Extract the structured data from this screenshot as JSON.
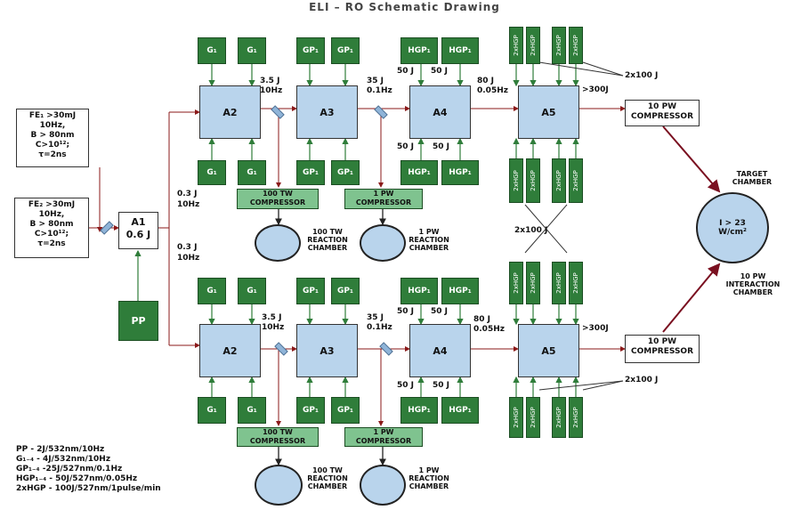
{
  "title": "ELI – RO Schematic Drawing",
  "fe1": [
    "FE₁ >30mJ",
    "10Hz,",
    "B > 80nm",
    "C>10¹²;",
    "τ=2ns"
  ],
  "fe2": [
    "FE₂ >30mJ",
    "10Hz,",
    "B > 80nm",
    "C>10¹²;",
    "τ=2ns"
  ],
  "a1": {
    "name": "A1",
    "energy": "0.6 J"
  },
  "pp": "PP",
  "split_top": [
    "0.3 J",
    "10Hz"
  ],
  "split_bottom": [
    "0.3 J",
    "10Hz"
  ],
  "amps": {
    "a2": "A2",
    "a3": "A3",
    "a4": "A4",
    "a5": "A5"
  },
  "pumps": {
    "g": "G₁",
    "gp": "GP₁",
    "hgp": "HGP₁",
    "hgp2": "2xHGP"
  },
  "energies": {
    "a2_out": [
      "3.5 J",
      "10Hz"
    ],
    "a3_out": [
      "35 J",
      "0.1Hz"
    ],
    "a4_out": [
      "80 J",
      "0.05Hz"
    ],
    "a5_out": ">300J",
    "pump50": "50 J"
  },
  "two_x_100": "2x100 J",
  "comp_100tw": [
    "100 TW",
    "COMPRESSOR"
  ],
  "comp_1pw": [
    "1 PW",
    "COMPRESSOR"
  ],
  "react_100tw": [
    "100 TW",
    "REACTION",
    "CHAMBER"
  ],
  "react_1pw": [
    "1 PW",
    "REACTION",
    "CHAMBER"
  ],
  "comp_10pw": [
    "10 PW",
    "COMPRESSOR"
  ],
  "target_chamber": [
    "TARGET",
    "CHAMBER"
  ],
  "intensity": [
    "I > 23",
    "W/cm²"
  ],
  "interaction_chamber": [
    "10 PW",
    "INTERACTION",
    "CHAMBER"
  ],
  "legend": [
    "PP - 2J/532nm/10Hz",
    "G₁₋₄ - 4J/532nm/10Hz",
    "GP₁₋₄ -25J/527nm/0.1Hz",
    "HGP₁₋₄ - 50J/527nm/0.05Hz",
    "2xHGP - 100J/527nm/1pulse/min"
  ]
}
